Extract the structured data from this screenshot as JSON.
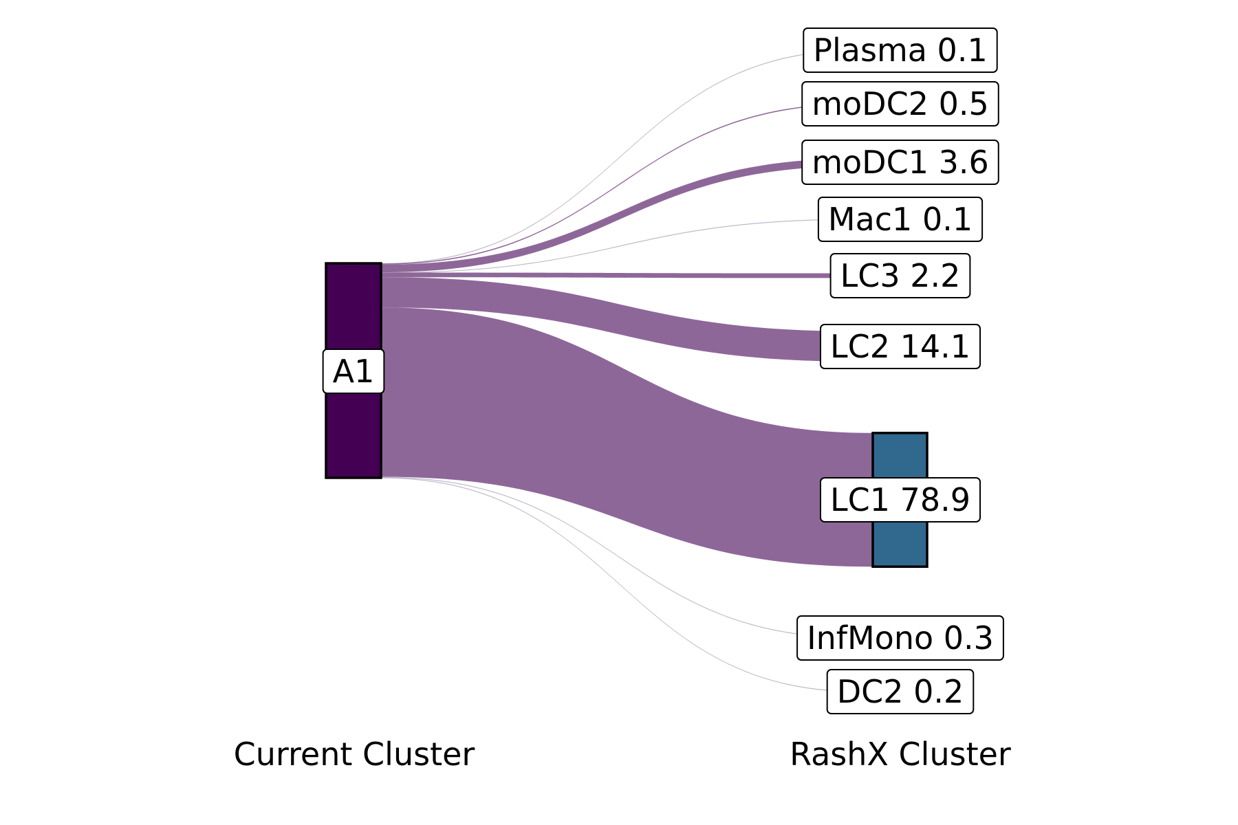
{
  "chart_data": {
    "type": "sankey",
    "colors": {
      "source_node": "#440154",
      "target_node": "#31688E",
      "flow": "#8E6799",
      "flow_faint": "#B9B0C4"
    },
    "x_labels": [
      "Current Cluster",
      "RashX Cluster"
    ],
    "source": {
      "name": "A1",
      "label": "A1"
    },
    "targets": [
      {
        "name": "Plasma",
        "value": 0.1,
        "label": "Plasma 0.1"
      },
      {
        "name": "moDC2",
        "value": 0.5,
        "label": "moDC2 0.5"
      },
      {
        "name": "moDC1",
        "value": 3.6,
        "label": "moDC1 3.6"
      },
      {
        "name": "Mac1",
        "value": 0.1,
        "label": "Mac1 0.1"
      },
      {
        "name": "LC3",
        "value": 2.2,
        "label": "LC3 2.2"
      },
      {
        "name": "LC2",
        "value": 14.1,
        "label": "LC2 14.1"
      },
      {
        "name": "LC1",
        "value": 78.9,
        "label": "LC1 78.9"
      },
      {
        "name": "InfMono",
        "value": 0.3,
        "label": "InfMono 0.3"
      },
      {
        "name": "DC2",
        "value": 0.2,
        "label": "DC2 0.2"
      }
    ]
  }
}
